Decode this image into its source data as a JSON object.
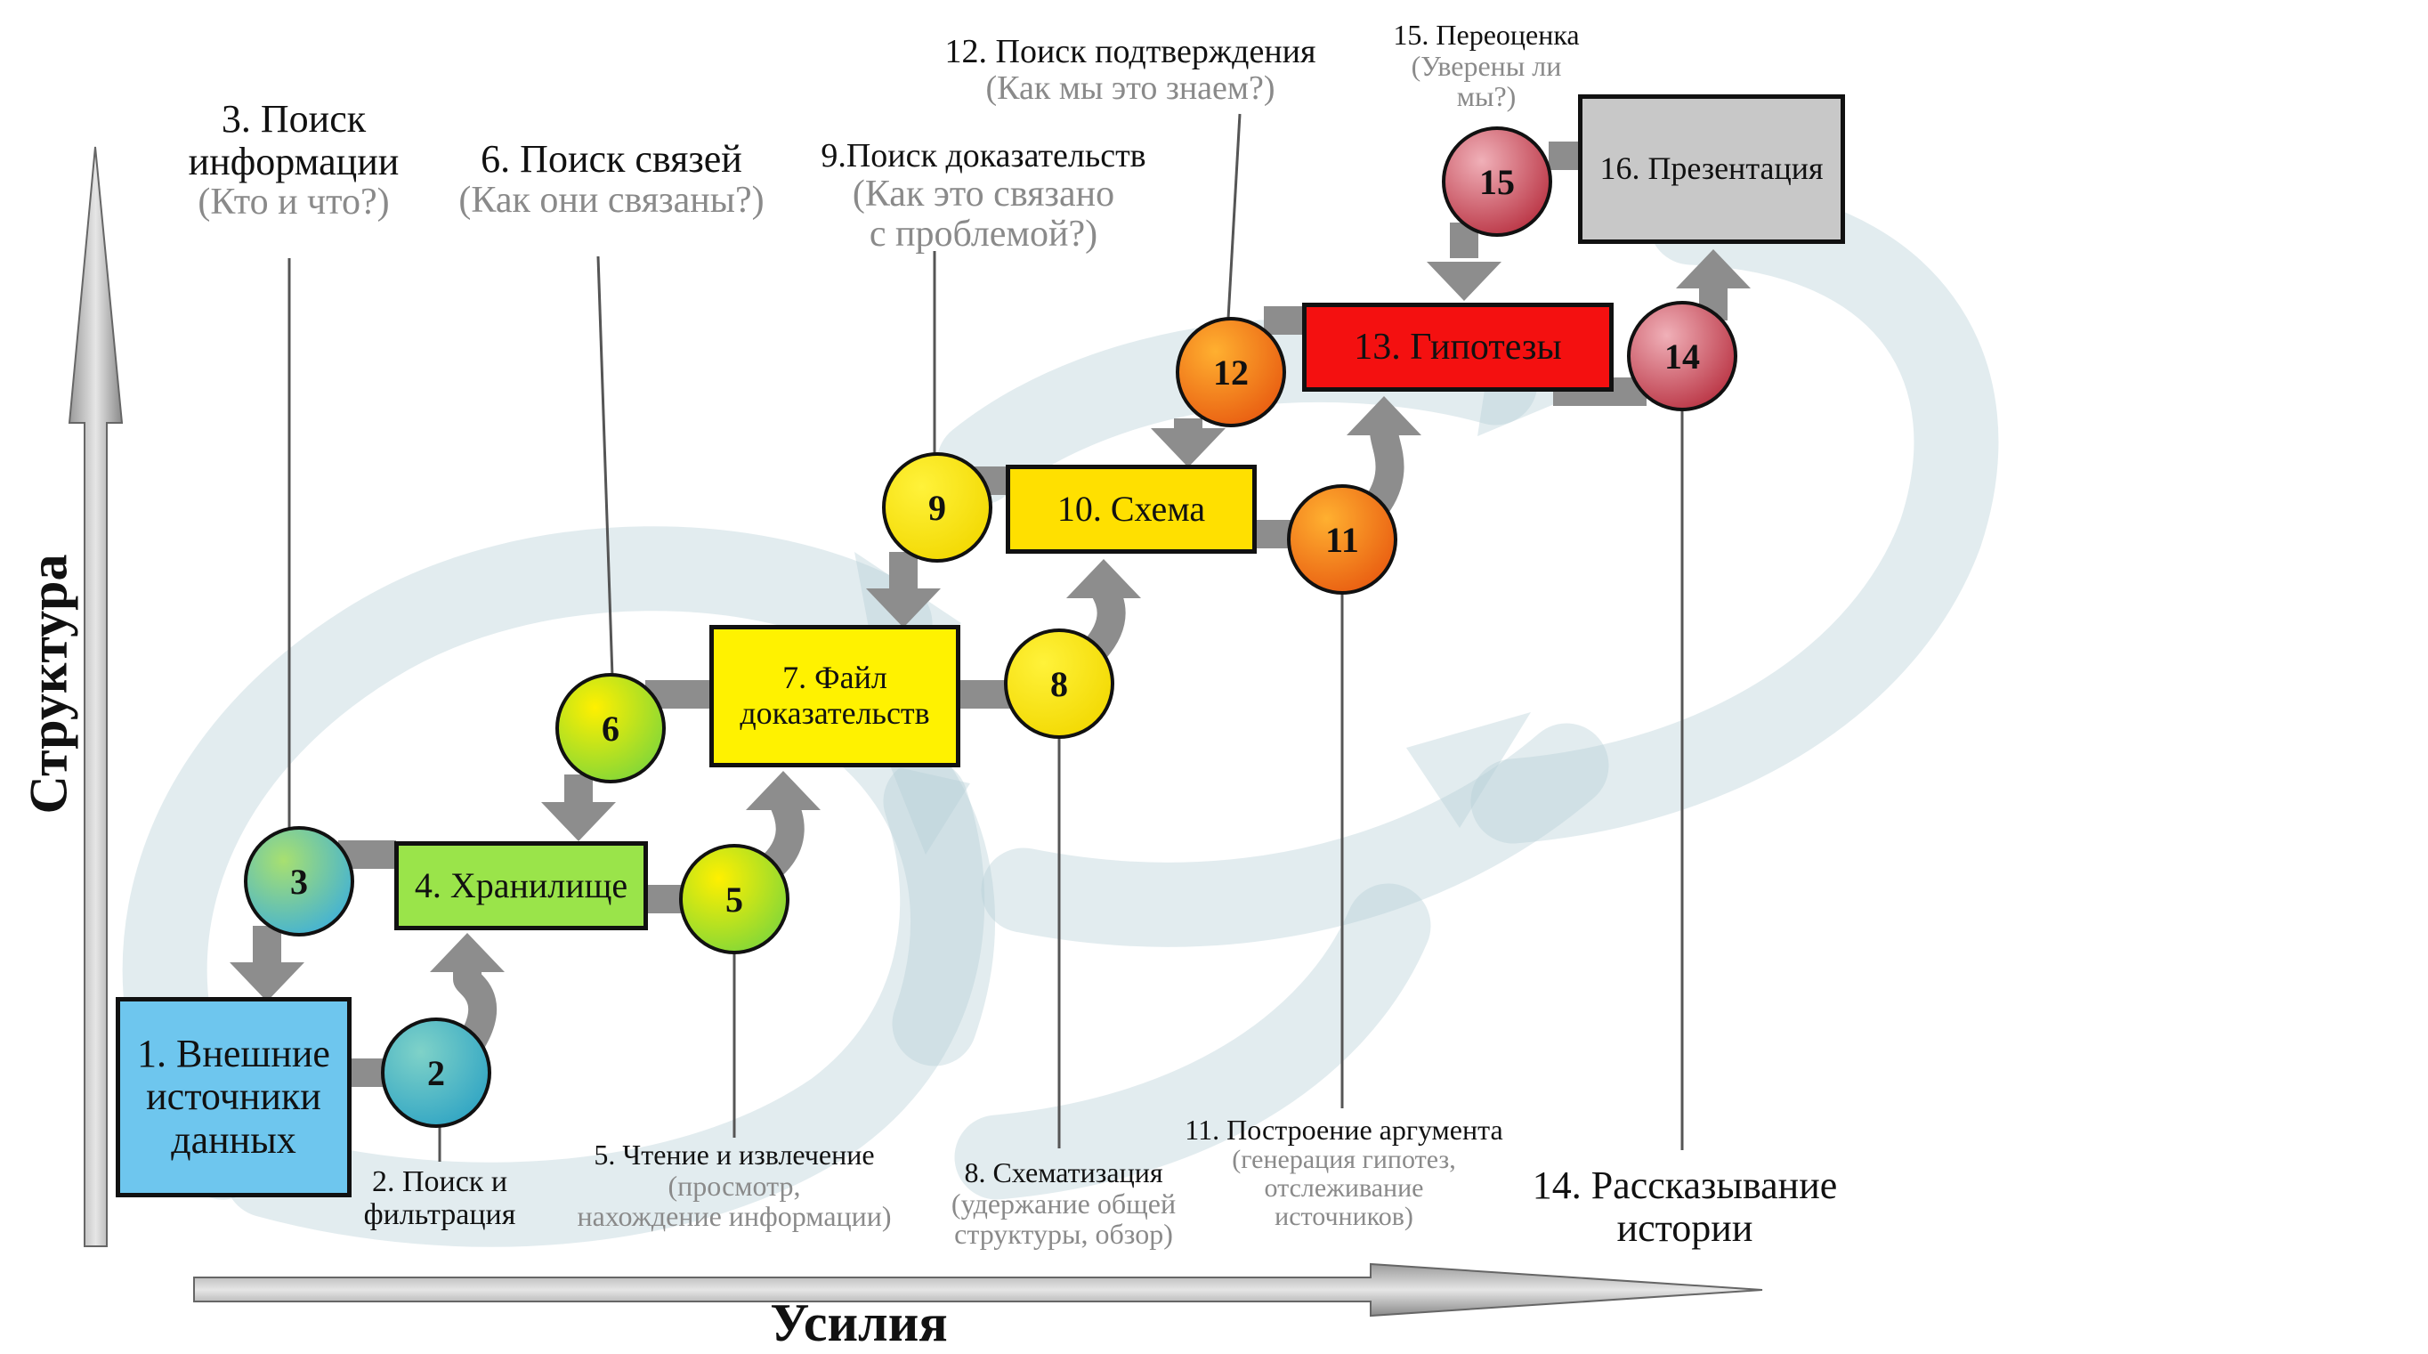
{
  "axes": {
    "y_label": "Структура",
    "x_label": "Усилия"
  },
  "boxes": [
    {
      "id": "b1",
      "lines": [
        "1. Внешние",
        "источники",
        "данных"
      ],
      "fill": "#6EC6EE"
    },
    {
      "id": "b4",
      "lines": [
        "4. Хранилище"
      ],
      "fill": "#9AE44A"
    },
    {
      "id": "b7",
      "lines": [
        "7. Файл",
        "доказательств"
      ],
      "fill": "#FFF200"
    },
    {
      "id": "b10",
      "lines": [
        "10. Схема"
      ],
      "fill": "#FFE000"
    },
    {
      "id": "b13",
      "lines": [
        "13. Гипотезы"
      ],
      "fill": "#F41010"
    },
    {
      "id": "b16",
      "lines": [
        "16. Презентация"
      ],
      "fill": "#C8C8C8"
    }
  ],
  "nodes": [
    {
      "id": "n2",
      "num": "2",
      "c1": "#7FD2C8",
      "c2": "#2FA4C4"
    },
    {
      "id": "n3",
      "num": "3",
      "c1": "#A8E070",
      "c2": "#3FB0D8"
    },
    {
      "id": "n5",
      "num": "5",
      "c1": "#FFF000",
      "c2": "#7ED63A"
    },
    {
      "id": "n6",
      "num": "6",
      "c1": "#FFF000",
      "c2": "#7ED63A"
    },
    {
      "id": "n8",
      "num": "8",
      "c1": "#FFF23A",
      "c2": "#F2D800"
    },
    {
      "id": "n9",
      "num": "9",
      "c1": "#FFF23A",
      "c2": "#F2D800"
    },
    {
      "id": "n11",
      "num": "11",
      "c1": "#FFB030",
      "c2": "#E85A10"
    },
    {
      "id": "n12",
      "num": "12",
      "c1": "#FFB030",
      "c2": "#E85A10"
    },
    {
      "id": "n14",
      "num": "14",
      "c1": "#F0B0B8",
      "c2": "#B83040"
    },
    {
      "id": "n15",
      "num": "15",
      "c1": "#F0B0B8",
      "c2": "#B83040"
    }
  ],
  "labels": [
    {
      "id": "l2",
      "main": [
        "2. Поиск и",
        "фильтрация"
      ],
      "sub": []
    },
    {
      "id": "l3",
      "main": [
        "3. Поиск",
        "информации"
      ],
      "sub": [
        "(Кто и что?)"
      ]
    },
    {
      "id": "l5",
      "main": [
        "5. Чтение и извлечение"
      ],
      "sub": [
        "(просмотр,",
        "нахождение информации)"
      ]
    },
    {
      "id": "l6",
      "main": [
        "6. Поиск связей"
      ],
      "sub": [
        "(Как они связаны?)"
      ]
    },
    {
      "id": "l8",
      "main": [
        "8. Схематизация"
      ],
      "sub": [
        "(удержание общей",
        "структуры, обзор)"
      ]
    },
    {
      "id": "l9",
      "main": [
        "9.Поиск доказательств"
      ],
      "sub": [
        "(Как это связано",
        "с проблемой?)"
      ]
    },
    {
      "id": "l11",
      "main": [
        "11. Построение аргумента"
      ],
      "sub": [
        "(генерация гипотез,",
        "отслеживание",
        "источников)"
      ]
    },
    {
      "id": "l12",
      "main": [
        "12. Поиск подтверждения"
      ],
      "sub": [
        "(Как мы это знаем?)"
      ]
    },
    {
      "id": "l14",
      "main": [
        "14. Рассказывание",
        "истории"
      ],
      "sub": []
    },
    {
      "id": "l15",
      "main": [
        "15. Переоценка"
      ],
      "sub": [
        "(Уверены ли",
        "мы?)"
      ]
    }
  ]
}
